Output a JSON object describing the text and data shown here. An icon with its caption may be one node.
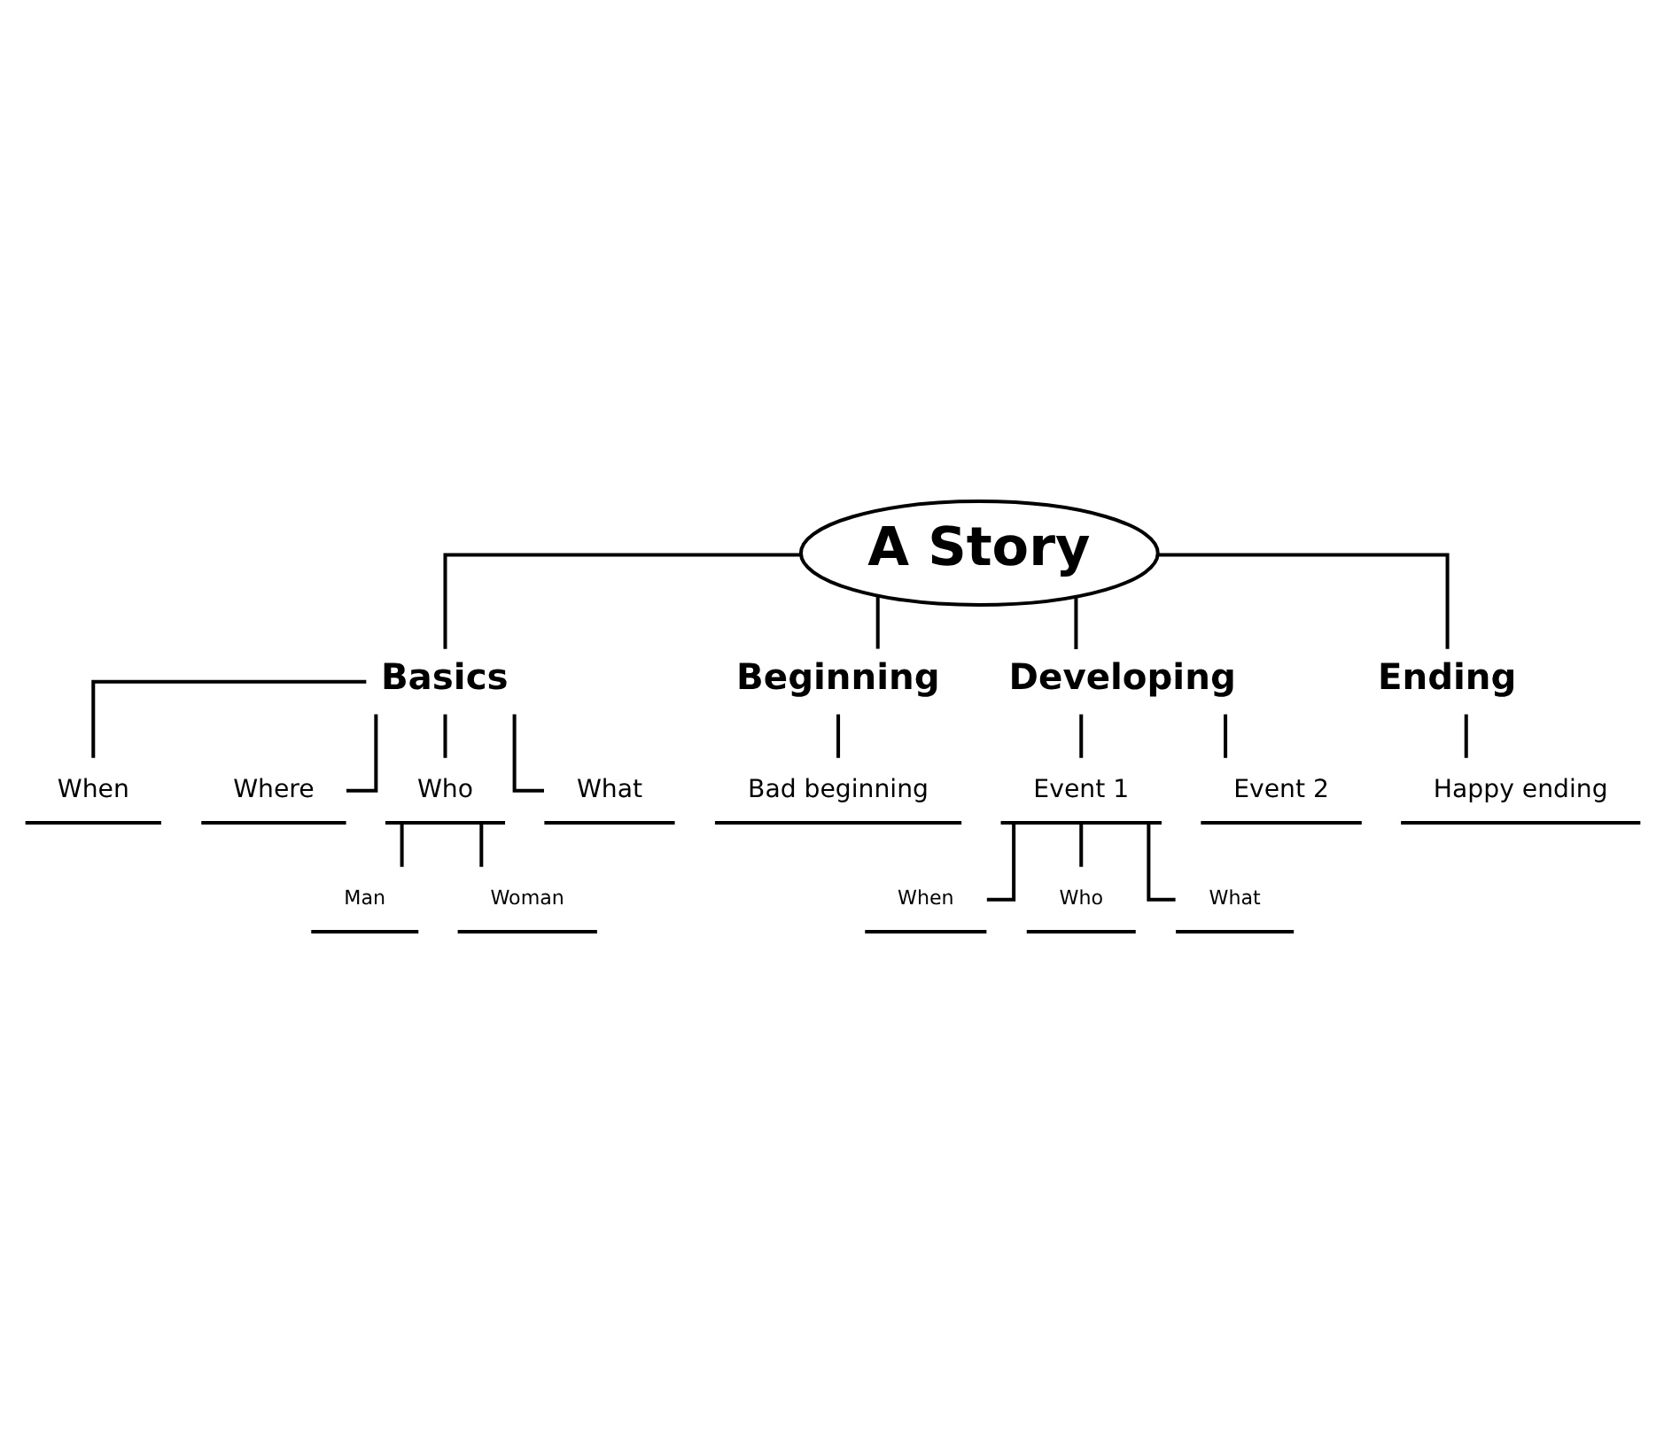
{
  "diagram": {
    "nodes": [
      {
        "text": [
          "A Story"
        ]
      },
      {
        "text": [
          "Basics"
        ]
      },
      {
        "text": [
          "Beginning"
        ]
      },
      {
        "text": [
          "Developing"
        ]
      },
      {
        "text": [
          "Ending"
        ]
      },
      {
        "text": [
          "When"
        ]
      },
      {
        "text": [
          "Where"
        ]
      },
      {
        "text": [
          "Who"
        ]
      },
      {
        "text": [
          "Man"
        ]
      },
      {
        "text": [
          "Woman"
        ]
      },
      {
        "text": [
          "What"
        ]
      },
      {
        "text": [
          "Bad beginning"
        ]
      },
      {
        "text": [
          "Event 1"
        ]
      },
      {
        "text": [
          "When"
        ]
      },
      {
        "text": [
          "Who"
        ]
      },
      {
        "text": [
          "What"
        ]
      },
      {
        "text": [
          "Event 2"
        ]
      },
      {
        "text": [
          "Happy ending"
        ]
      }
    ],
    "edges": [
      {
        "from": 0,
        "to": 1,
        "arrow": "none"
      },
      {
        "from": 0,
        "to": 2,
        "arrow": "none"
      },
      {
        "from": 0,
        "to": 3,
        "arrow": "none"
      },
      {
        "from": 0,
        "to": 4,
        "arrow": "none"
      },
      {
        "from": 1,
        "to": 5,
        "arrow": "none"
      },
      {
        "from": 1,
        "to": 6,
        "arrow": "none"
      },
      {
        "from": 1,
        "to": 7,
        "arrow": "none"
      },
      {
        "from": 7,
        "to": 8,
        "arrow": "none"
      },
      {
        "from": 7,
        "to": 9,
        "arrow": "none"
      },
      {
        "from": 1,
        "to": 10,
        "arrow": "none"
      },
      {
        "from": 2,
        "to": 11,
        "arrow": "none"
      },
      {
        "from": 3,
        "to": 12,
        "arrow": "none"
      },
      {
        "from": 12,
        "to": 13,
        "arrow": "none"
      },
      {
        "from": 12,
        "to": 14,
        "arrow": "none"
      },
      {
        "from": 12,
        "to": 15,
        "arrow": "none"
      },
      {
        "from": 3,
        "to": 16,
        "arrow": "none"
      },
      {
        "from": 4,
        "to": 17,
        "arrow": "none"
      }
    ]
  }
}
